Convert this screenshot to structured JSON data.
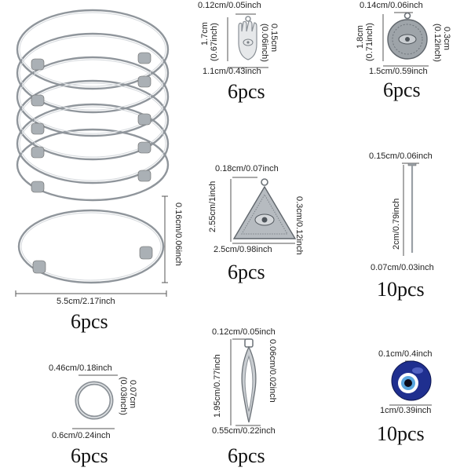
{
  "bangles": {
    "thickness": "0.16cm/0.06inch",
    "diameter": "5.5cm/2.17inch",
    "qty": "6pcs"
  },
  "hamsa": {
    "top": "0.12cm/0.05inch",
    "height_cm": "1.7cm",
    "height_in": "(0.67inch)",
    "thick_cm": "0.15cm",
    "thick_in": "(0.06inch)",
    "width": "1.1cm/0.43inch",
    "qty": "6pcs"
  },
  "coin": {
    "top": "0.14cm/0.06inch",
    "height_cm": "1.8cm",
    "height_in": "(0.71inch)",
    "thick_cm": "0.3cm",
    "thick_in": "(0.12inch)",
    "width": "1.5cm/0.59inch",
    "qty": "6pcs"
  },
  "triangle": {
    "top": "0.18cm/0.07inch",
    "height": "2.55cm/1inch",
    "thick": "0.3cm/0.12inch",
    "width": "2.5cm/0.98inch",
    "qty": "6pcs"
  },
  "pin": {
    "top": "0.15cm/0.06inch",
    "height": "2cm/0.79inch",
    "width": "0.07cm/0.03inch",
    "qty": "10pcs"
  },
  "ring": {
    "top": "0.46cm/0.18inch",
    "thick_cm": "0.07cm",
    "thick_in": "(0.03inch)",
    "width": "0.6cm/0.24inch",
    "qty": "6pcs"
  },
  "leaf": {
    "top": "0.12cm/0.05inch",
    "height": "1.95cm/0.77inch",
    "thick": "0.06cm/0.02inch",
    "width": "0.55cm/0.22inch",
    "qty": "6pcs"
  },
  "bead": {
    "top": "0.1cm/0.4inch",
    "width": "1cm/0.39inch",
    "qty": "10pcs"
  },
  "colors": {
    "silver": "#9aa0a6",
    "silver_light": "#dfe2e5",
    "bead_blue": "#1f2f8f"
  }
}
